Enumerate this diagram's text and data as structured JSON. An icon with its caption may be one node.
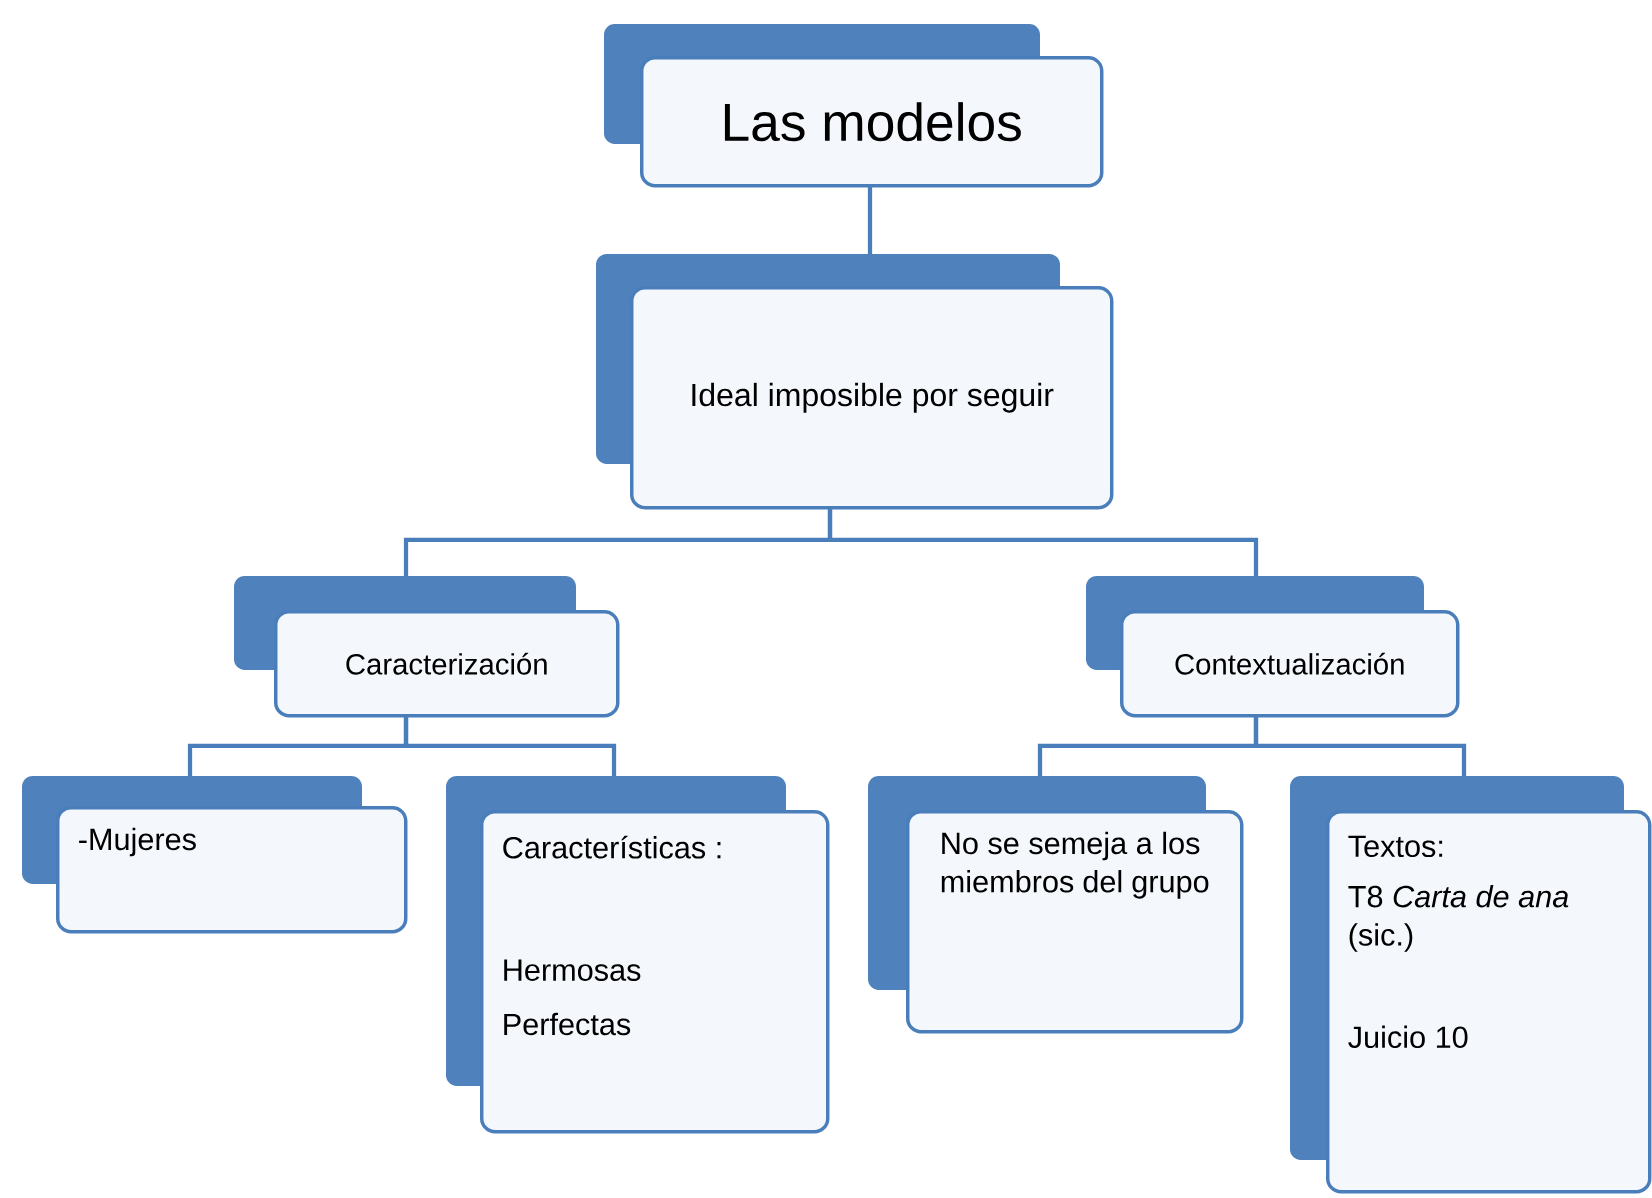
{
  "diagram": {
    "nodes": [
      {
        "text": [
          "Las modelos"
        ]
      },
      {
        "text": [
          "Ideal imposible por seguir"
        ]
      },
      {
        "text": [
          "Caracterización"
        ]
      },
      {
        "text": [
          "Contextualización"
        ]
      },
      {
        "text": [
          "-Mujeres"
        ]
      },
      {
        "text": [
          "Características :",
          "Hermosas",
          "Perfectas"
        ]
      },
      {
        "text": [
          "No se semeja a los miembros del grupo"
        ]
      },
      {
        "text": [
          "Textos:",
          "T8 *Carta de ana* (sic.)",
          "Juicio 10"
        ]
      }
    ],
    "edges": [
      {
        "from": 0,
        "to": 1,
        "arrow": "none"
      },
      {
        "from": 1,
        "to": 2,
        "arrow": "none"
      },
      {
        "from": 1,
        "to": 3,
        "arrow": "none"
      },
      {
        "from": 2,
        "to": 4,
        "arrow": "none"
      },
      {
        "from": 2,
        "to": 5,
        "arrow": "none"
      },
      {
        "from": 3,
        "to": 6,
        "arrow": "none"
      },
      {
        "from": 3,
        "to": 7,
        "arrow": "none"
      }
    ]
  }
}
